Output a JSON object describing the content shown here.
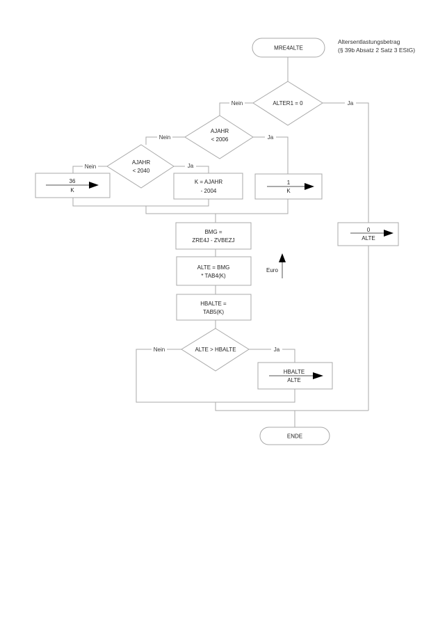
{
  "note": {
    "line1": "Altersentlastungsbetrag",
    "line2": "(§ 39b Absatz 2 Satz 3 EStG)"
  },
  "start": {
    "label": "MRE4ALTE"
  },
  "end": {
    "label": "ENDE"
  },
  "decisions": {
    "alter1": {
      "line1": "ALTER1 = 0",
      "yes": "Ja",
      "no": "Nein"
    },
    "ajahr2006": {
      "line1": "AJAHR",
      "line2": "< 2006",
      "yes": "Ja",
      "no": "Nein"
    },
    "ajahr2040": {
      "line1": "AJAHR",
      "line2": "< 2040",
      "yes": "Ja",
      "no": "Nein"
    },
    "altehbalte": {
      "line1": "ALTE > HBALTE",
      "yes": "Ja",
      "no": "Nein"
    }
  },
  "assignments": {
    "k36": {
      "value": "36",
      "target": "K"
    },
    "k1": {
      "value": "1",
      "target": "K"
    },
    "alte0": {
      "value": "0",
      "target": "ALTE"
    },
    "hbalte": {
      "value": "HBALTE",
      "target": "ALTE"
    }
  },
  "processes": {
    "kcalc": {
      "line1": "K = AJAHR",
      "line2": "- 2004"
    },
    "bmg": {
      "line1": "BMG =",
      "line2": "ZRE4J - ZVBEZJ"
    },
    "alte": {
      "line1": "ALTE = BMG",
      "line2": "* TAB4(K)"
    },
    "hbalte": {
      "line1": "HBALTE =",
      "line2": "TAB5(K)"
    }
  },
  "rounding": {
    "label": "Euro",
    "direction": "up"
  }
}
